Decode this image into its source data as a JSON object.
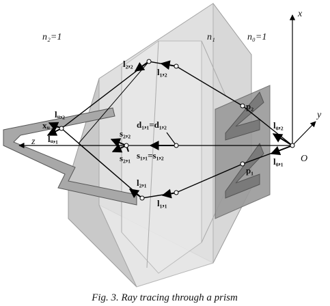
{
  "caption": "Fig. 3. Ray tracing through a prism",
  "media": {
    "n2": "n₂=1",
    "n1": "n₁",
    "n0": "n₀=1"
  },
  "axes": {
    "x": "x",
    "y": "y",
    "z": "z",
    "origin": "O"
  },
  "labels": {
    "l22": "l₂,₂",
    "l12": "l₁,₂",
    "lw2": "lᵤ,₂",
    "xw": "xᵤ",
    "lw1": "lᵤ,₁",
    "s22": "s₂,₂",
    "s21": "s₂,₁",
    "d_eq": "d₁,₁=d₁,₂",
    "s_eq": "s₁,₁=s₁,₂",
    "p2": "p₂",
    "l02": "l₀,₂",
    "l01": "l₀,₁",
    "p1": "p₁",
    "l21": "l₂,₁",
    "l11": "l₁,₁"
  }
}
